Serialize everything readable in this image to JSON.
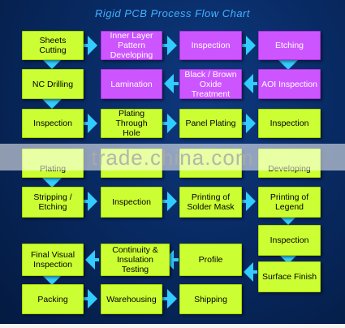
{
  "title": "Rigid PCB Process Flow Chart",
  "steps": [
    {
      "id": "sheets-cutting",
      "label": "Sheets Cutting",
      "color": "green"
    },
    {
      "id": "inner-layer",
      "label": "Inner Layer\nPattern\nDeveloping",
      "color": "purple"
    },
    {
      "id": "inspection-1",
      "label": "Inspection",
      "color": "purple"
    },
    {
      "id": "etching",
      "label": "Etching",
      "color": "purple"
    },
    {
      "id": "nc-drilling",
      "label": "NC Drilling",
      "color": "green"
    },
    {
      "id": "lamination",
      "label": "Lamination",
      "color": "purple"
    },
    {
      "id": "black-brown-oxide",
      "label": "Black / Brown\nOxide Treatment",
      "color": "purple"
    },
    {
      "id": "aoi-inspection",
      "label": "AOI Inspection",
      "color": "purple"
    },
    {
      "id": "inspection-2",
      "label": "Inspection",
      "color": "green"
    },
    {
      "id": "plating-through-hole",
      "label": "Plating Through\nHole",
      "color": "green"
    },
    {
      "id": "panel-plating",
      "label": "Panel Plating",
      "color": "green"
    },
    {
      "id": "inspection-3",
      "label": "Inspection",
      "color": "green"
    },
    {
      "id": "plating",
      "label": "Plating",
      "color": "green"
    },
    {
      "id": "hidden-2",
      "label": "",
      "color": "green"
    },
    {
      "id": "hidden-3",
      "label": "",
      "color": "green"
    },
    {
      "id": "developing",
      "label": "Developing",
      "color": "green"
    },
    {
      "id": "stripping-etching",
      "label": "Stripping /\nEtching",
      "color": "green"
    },
    {
      "id": "inspection-4",
      "label": "Inspection",
      "color": "green"
    },
    {
      "id": "printing-solder-mask",
      "label": "Printing of\nSolder Mask",
      "color": "green"
    },
    {
      "id": "printing-legend",
      "label": "Printing of\nLegend",
      "color": "green"
    },
    {
      "id": "inspection-5",
      "label": "Inspection",
      "color": "green"
    },
    {
      "id": "final-visual-inspection",
      "label": "Final Visual\nInspection",
      "color": "green"
    },
    {
      "id": "continuity-insulation-testing",
      "label": "Continuity &\nInsulation\nTesting",
      "color": "green"
    },
    {
      "id": "profile",
      "label": "Profile",
      "color": "green"
    },
    {
      "id": "surface-finish",
      "label": "Surface Finish",
      "color": "green"
    },
    {
      "id": "packing",
      "label": "Packing",
      "color": "green"
    },
    {
      "id": "warehousing",
      "label": "Warehousing",
      "color": "green"
    },
    {
      "id": "shipping",
      "label": "Shipping",
      "color": "green"
    }
  ],
  "watermark": "trade.china.com",
  "colors": {
    "title": "#41b2ff",
    "green_box": "#ccff33",
    "purple_box": "#cc55ff",
    "arrow": "#33ccff",
    "background": "#082a63"
  }
}
